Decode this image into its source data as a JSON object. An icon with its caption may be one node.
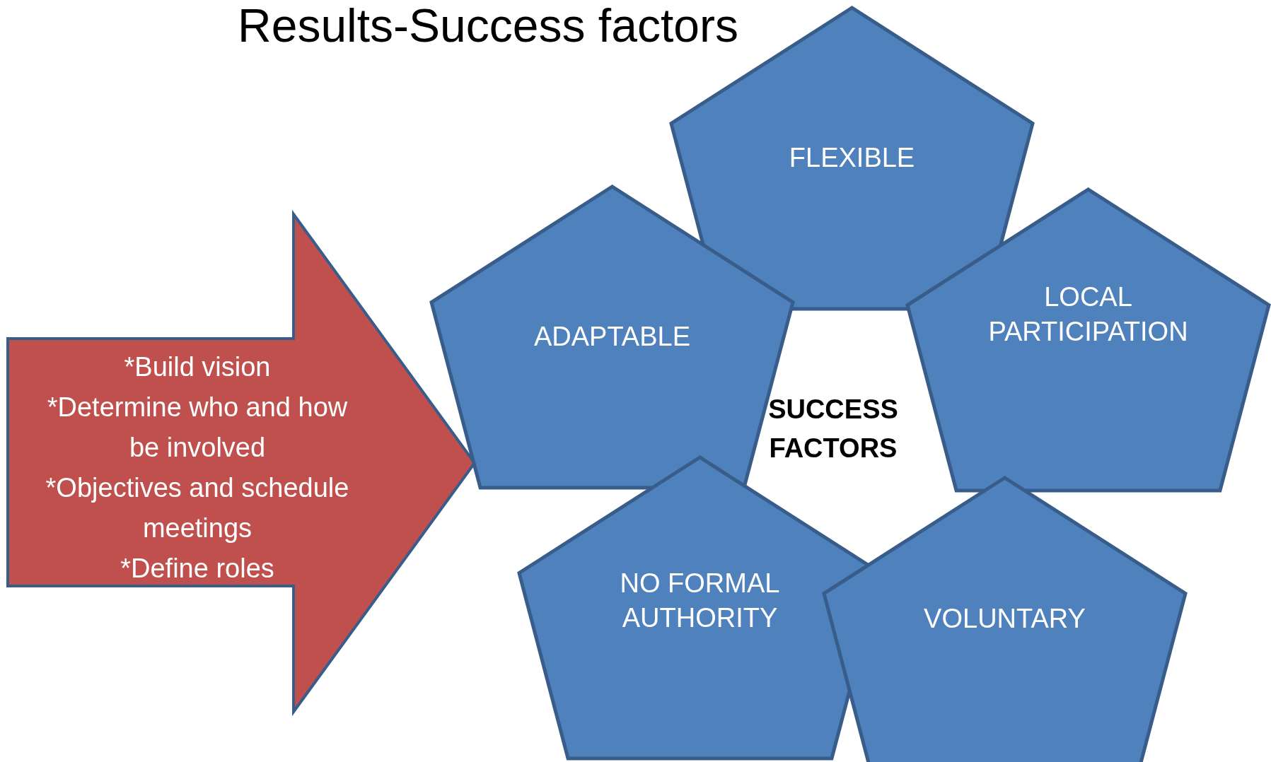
{
  "diagram": {
    "title": "Results-Success factors",
    "nodes": [
      {
        "text": [
          "*Build vision",
          "*Determine who and how be involved",
          "*Objectives and schedule meetings",
          "*Define roles"
        ]
      },
      {
        "text": [
          "FLEXIBLE"
        ]
      },
      {
        "text": [
          "ADAPTABLE"
        ]
      },
      {
        "text": [
          "LOCAL PARTICIPATION"
        ]
      },
      {
        "text": [
          "NO FORMAL AUTHORITY"
        ]
      },
      {
        "text": [
          "VOLUNTARY"
        ]
      }
    ],
    "labels": [
      "SUCCESS FACTORS"
    ]
  }
}
